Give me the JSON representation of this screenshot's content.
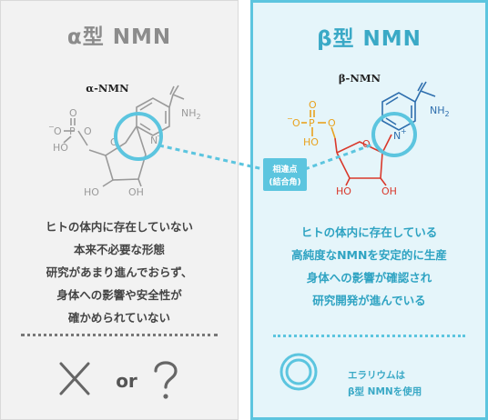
{
  "left": {
    "title": "α型 NMN",
    "molecule_label": "α-NMN",
    "description_lines": [
      "ヒトの体内に存在していない",
      "本来不必要な形態",
      "研究があまり進んでおらず、",
      "身体への影響や安全性が",
      "確かめられていない"
    ],
    "or_text": "or",
    "cross_icon": "cross-icon",
    "question_icon": "question-mark-icon"
  },
  "right": {
    "title": "β型 NMN",
    "molecule_label": "β-NMN",
    "description_lines": [
      "ヒトの体内に存在している",
      "高純度なNMNを安定的に生産",
      "身体への影響が確認され",
      "研究開発が進んでいる"
    ],
    "legend_lines": [
      "エラリウムは",
      "β型 NMNを使用"
    ],
    "circle_icon": "circle-icon"
  },
  "callout": {
    "lines": [
      "相違点",
      "(結合角)"
    ]
  },
  "molecule_text": {
    "amide": "NH",
    "amide_sub": "2",
    "oxygen": "O",
    "nitrogen": "N",
    "charge_plus": "+",
    "charge_minus": "−",
    "phosphorus": "P",
    "hydroxyl": "OH",
    "hydroxyl_left": "HO"
  },
  "colors": {
    "left_bg": "#f2f2f2",
    "right_bg": "#e5f5fa",
    "accent": "#5cc5df",
    "accent_text": "#3aa9c6",
    "phosphate_orange": "#e8a21e",
    "hydroxyl_red": "#d9382b",
    "gray_text": "#8c8c8c"
  }
}
